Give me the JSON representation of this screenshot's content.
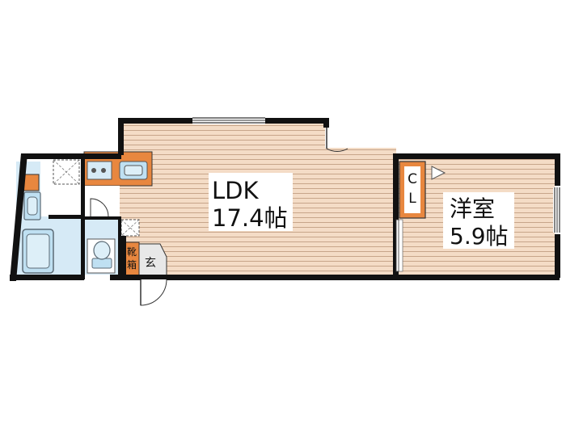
{
  "rooms": {
    "ldk": {
      "name": "LDK",
      "area": "17.4帖"
    },
    "western": {
      "name": "洋室",
      "area": "5.9帖"
    },
    "closet": {
      "line1": "C",
      "line2": "L"
    },
    "shoe_box": {
      "line1": "靴",
      "line2": "箱"
    },
    "entrance": {
      "label": "玄"
    }
  },
  "colors": {
    "wall": "#111111",
    "floor_wood": "#f4dcc6",
    "floor_stripe": "#c7a58a",
    "storage_orange": "#e8873f",
    "wet_area_blue": "#d6eaf6",
    "fixture_blue": "#bfe0f2"
  }
}
